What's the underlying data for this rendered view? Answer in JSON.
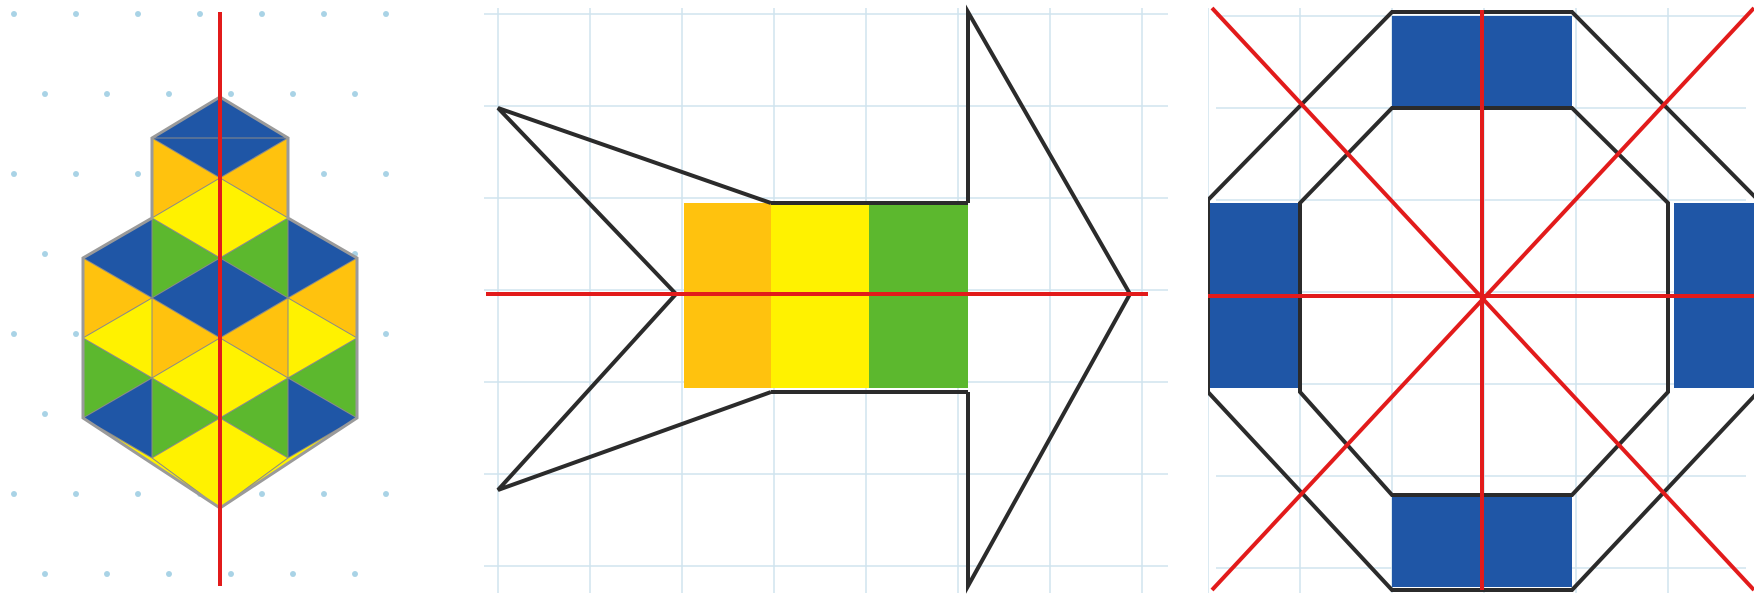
{
  "colors": {
    "blue": "#1f56a6",
    "yellow": "#fff200",
    "orange": "#ffc20e",
    "green": "#5cb82e",
    "axis_red": "#e21b1b",
    "outline": "#2b2b2b",
    "grid": "#cfe3ee",
    "dot": "#a9d3e6"
  },
  "figures": [
    {
      "name": "hexagon-pattern",
      "symmetry_axes": 1
    },
    {
      "name": "arrow",
      "symmetry_axes": 1
    },
    {
      "name": "octagon",
      "symmetry_axes": 4
    }
  ],
  "icons": []
}
